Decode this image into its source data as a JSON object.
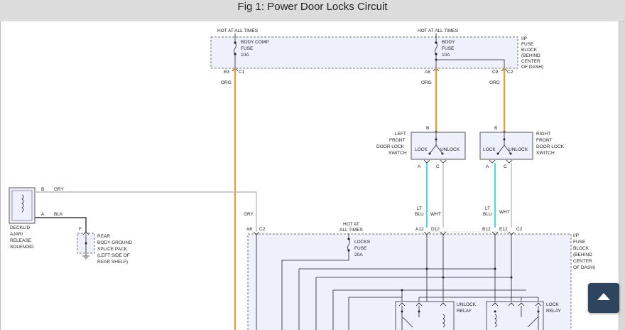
{
  "header": {
    "title": "Fig 1: Power Door Locks Circuit"
  },
  "diagram": {
    "hot_at_all_times": "HOT AT ALL TIMES",
    "hot_at_1": "HOT AT",
    "hot_at_2": "ALL TIMES",
    "fuse_body_comp": [
      "BODY COMP",
      "FUSE",
      "10A"
    ],
    "fuse_body": [
      "BODY",
      "FUSE",
      "10A"
    ],
    "fuse_locks": [
      "LOCKS",
      "FUSE",
      "20A"
    ],
    "ip_fuse_block_top": [
      "I/P",
      "FUSE",
      "BLOCK",
      "(BEHIND",
      "CENTER",
      "OF DASH)"
    ],
    "ip_fuse_block_bottom": [
      "I/P",
      "FUSE",
      "BLOCK",
      "(BEHIND",
      "CENTER",
      "OF DASH)"
    ],
    "connectors": {
      "b3": "B3",
      "c1": "C1",
      "a8": "A8",
      "c9": "C9",
      "c2": "C2",
      "a6": "A6",
      "c2b": "C2",
      "a12": "A12",
      "d12": "D12",
      "b12": "B12",
      "e12": "E12",
      "c2c": "C2",
      "b": "B",
      "a": "A",
      "c": "C",
      "f": "F"
    },
    "wires": {
      "org": "ORG",
      "gry": "GRY",
      "blk": "BLK",
      "lt": "LT",
      "blu": "BLU",
      "wht": "WHT"
    },
    "left_switch": [
      "LEFT",
      "FRONT",
      "DOOR LOCK",
      "SWITCH"
    ],
    "right_switch": [
      "RIGHT",
      "FRONT",
      "DOOR LOCK",
      "SWITCH"
    ],
    "lock": "LOCK",
    "unlock": "UNLOCK",
    "decklid": [
      "DECKLID",
      "AJAR/",
      "RELEASE",
      "SOLENOID"
    ],
    "rear_ground": [
      "REAR",
      "BODY GROUND",
      "SPLICE PACK",
      "(LEFT SIDE OF",
      "REAR SHELF)"
    ],
    "unlock_relay": [
      "UNLOCK",
      "RELAY"
    ],
    "lock_relay": [
      "LOCK",
      "RELAY"
    ]
  },
  "colors": {
    "orange_wire": "#e0a030",
    "cyan_wire": "#5ad5d5",
    "grey_wire": "#bbbbbb",
    "box_fill": "#eef0fb",
    "scroll_button": "#2e4560"
  },
  "scroll_button": {
    "icon": "up-triangle-icon"
  }
}
